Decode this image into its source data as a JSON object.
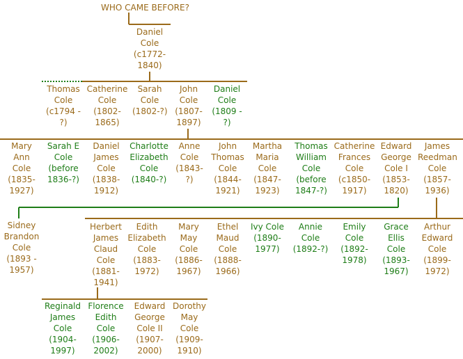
{
  "title": "WHO CAME BEFORE?",
  "colors": {
    "brown": "#9a6a1a",
    "green": "#1e7d17"
  },
  "gen1": [
    {
      "text": "Daniel\nCole\n(c1772-\n1840)",
      "color": "brown"
    }
  ],
  "gen2": [
    {
      "text": "Thomas\nCole\n(c1794 -\n?)",
      "color": "brown"
    },
    {
      "text": "Catherine\nCole\n(1802-\n1865)",
      "color": "brown"
    },
    {
      "text": "Sarah\nCole\n(1802-?)",
      "color": "brown"
    },
    {
      "text": "John\nCole\n(1807-\n1897)",
      "color": "brown"
    },
    {
      "text": "Daniel\nCole\n(1809 -\n?)",
      "color": "green"
    }
  ],
  "gen3": [
    {
      "text": "Mary\nAnn\nCole\n(1835-\n1927)",
      "color": "brown"
    },
    {
      "text": "Sarah E\nCole\n(before\n1836-?)",
      "color": "green"
    },
    {
      "text": "Daniel\nJames\nCole\n(1838-\n1912)",
      "color": "brown"
    },
    {
      "text": "Charlotte\nElizabeth\nCole\n(1840-?)",
      "color": "green"
    },
    {
      "text": "Anne\nCole\n(1843-\n?)",
      "color": "brown"
    },
    {
      "text": "John\nThomas\nCole\n(1844-\n1921)",
      "color": "brown"
    },
    {
      "text": "Martha\nMaria\nCole\n(1847-\n1923)",
      "color": "brown"
    },
    {
      "text": "Thomas\nWilliam\nCole\n(before\n1847-?)",
      "color": "green"
    },
    {
      "text": "Catherine\nFrances\nCole\n(c1850-\n1917)",
      "color": "brown"
    },
    {
      "text": "Edward\nGeorge\nCole I\n(1853-\n1820)",
      "color": "brown"
    },
    {
      "text": "James\nReedman\nCole\n(1857-\n1936)",
      "color": "brown"
    }
  ],
  "gen4_sidney": {
    "text": "Sidney\nBrandon\nCole\n(1893 -\n1957)",
    "color": "brown"
  },
  "gen4": [
    {
      "text": "Herbert\nJames\nClaud\nCole\n(1881-\n1941)",
      "color": "brown"
    },
    {
      "text": "Edith\nElizabeth\nCole\n(1883-\n1972)",
      "color": "brown"
    },
    {
      "text": "Mary\nMay\nCole\n(1886-\n1967)",
      "color": "brown"
    },
    {
      "text": "Ethel\nMaud\nCole\n(1888-\n1966)",
      "color": "brown"
    },
    {
      "text": "Ivy Cole\n(1890-\n1977)",
      "color": "green"
    },
    {
      "text": "Annie\nCole\n(1892-?)",
      "color": "green"
    },
    {
      "text": "Emily\nCole\n(1892-\n1978)",
      "color": "green"
    },
    {
      "text": "Grace\nEllis\nCole\n(1893-\n1967)",
      "color": "green"
    },
    {
      "text": "Arthur\nEdward\nCole\n(1899-\n1972)",
      "color": "brown"
    }
  ],
  "gen5": [
    {
      "text": "Reginald\nJames\nCole\n(1904-\n1997)",
      "color": "green"
    },
    {
      "text": "Florence\nEdith\nCole\n(1906-\n2002)",
      "color": "green"
    },
    {
      "text": "Edward\nGeorge\nCole II\n(1907-\n2000)",
      "color": "brown"
    },
    {
      "text": "Dorothy\nMay\nCole\n(1909-\n1910)",
      "color": "brown"
    }
  ]
}
